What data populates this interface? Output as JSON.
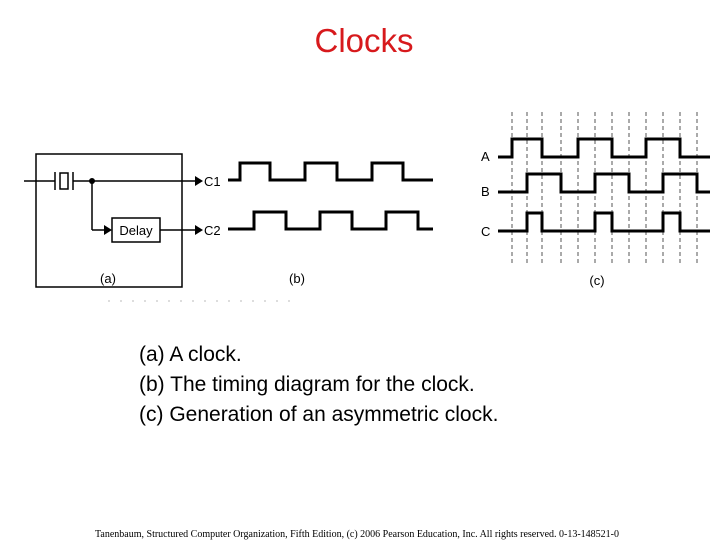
{
  "slide": {
    "title": "Clocks",
    "captions": [
      "(a) A clock.",
      "(b) The timing diagram for the clock.",
      "(c) Generation of an asymmetric clock."
    ],
    "footer": "Tanenbaum, Structured Computer Organization, Fifth Edition, (c) 2006 Pearson Education, Inc. All rights reserved. 0-13-148521-0"
  },
  "figure": {
    "panel_a": {
      "delay_label": "Delay",
      "panel_label": "(a)"
    },
    "panel_b": {
      "signal_1": "C1",
      "signal_2": "C2",
      "panel_label": "(b)"
    },
    "panel_c": {
      "signal_a": "A",
      "signal_b": "B",
      "signal_c": "C",
      "panel_label": "(c)"
    }
  },
  "colors": {
    "title": "#d7191c",
    "ink": "#000000",
    "guide": "#555555"
  }
}
